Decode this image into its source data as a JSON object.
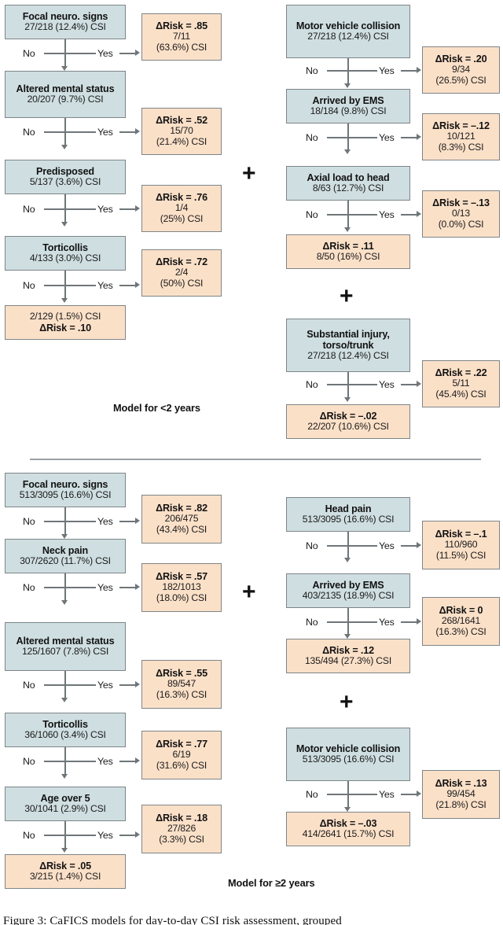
{
  "figure": {
    "caption": "Figure 3: CaFICS models for day-to-day CSI risk assessment, grouped",
    "divider_color": "#9aa1a4",
    "question_node_color": "#cfdee1",
    "risk_node_color": "#fbe0c8",
    "border_color": "#7d8588",
    "connector_color": "#6f7679"
  },
  "edge_labels": {
    "no": "No",
    "yes": "Yes"
  },
  "operators": {
    "plus": "+"
  },
  "models": [
    {
      "id": "under-2",
      "label": "Model for <2 years",
      "left_branch": {
        "questions": [
          {
            "title": "Focal neuro. signs",
            "sub": "27/218 (12.4%) CSI"
          },
          {
            "title": "Altered mental status",
            "sub": "20/207 (9.7%) CSI"
          },
          {
            "title": "Predisposed",
            "sub": "5/137 (3.6%) CSI"
          },
          {
            "title": "Torticollis",
            "sub": "4/133 (3.0%) CSI"
          }
        ],
        "yes_outcomes": [
          {
            "risk": "ΔRisk = .85",
            "frac": "7/11",
            "pct": "(63.6%) CSI"
          },
          {
            "risk": "ΔRisk = .52",
            "frac": "15/70",
            "pct": "(21.4%) CSI"
          },
          {
            "risk": "ΔRisk = .76",
            "frac": "1/4",
            "pct": "(25%) CSI"
          },
          {
            "risk": "ΔRisk = .72",
            "frac": "2/4",
            "pct": "(50%) CSI"
          }
        ],
        "terminal": {
          "line1": "2/129 (1.5%) CSI",
          "line2": "ΔRisk = .10"
        }
      },
      "right_branch_a": {
        "questions": [
          {
            "title": "Motor vehicle collision",
            "sub": "27/218 (12.4%) CSI"
          },
          {
            "title": "Arrived by EMS",
            "sub": "18/184 (9.8%) CSI"
          },
          {
            "title": "Axial load to head",
            "sub": "8/63 (12.7%) CSI"
          }
        ],
        "yes_outcomes": [
          {
            "risk": "ΔRisk = .20",
            "frac": "9/34",
            "pct": "(26.5%) CSI"
          },
          {
            "risk": "ΔRisk = –.12",
            "frac": "10/121",
            "pct": "(8.3%) CSI"
          },
          {
            "risk": "ΔRisk = –.13",
            "frac": "0/13",
            "pct": "(0.0%) CSI"
          }
        ],
        "terminal": {
          "line1": "ΔRisk = .11",
          "line2": "8/50 (16%) CSI"
        }
      },
      "right_branch_b": {
        "questions": [
          {
            "title": "Substantial injury, torso/trunk",
            "sub": "27/218 (12.4%) CSI"
          }
        ],
        "yes_outcomes": [
          {
            "risk": "ΔRisk = .22",
            "frac": "5/11",
            "pct": "(45.4%) CSI"
          }
        ],
        "terminal": {
          "line1": "ΔRisk = –.02",
          "line2": "22/207 (10.6%) CSI"
        }
      }
    },
    {
      "id": "over-2",
      "label": "Model for ≥2 years",
      "left_branch": {
        "questions": [
          {
            "title": "Focal neuro. signs",
            "sub": "513/3095 (16.6%) CSI"
          },
          {
            "title": "Neck pain",
            "sub": "307/2620 (11.7%) CSI"
          },
          {
            "title": "Altered mental status",
            "sub": "125/1607 (7.8%) CSI"
          },
          {
            "title": "Torticollis",
            "sub": "36/1060 (3.4%) CSI"
          },
          {
            "title": "Age over 5",
            "sub": "30/1041 (2.9%) CSI"
          }
        ],
        "yes_outcomes": [
          {
            "risk": "ΔRisk = .82",
            "frac": "206/475",
            "pct": "(43.4%) CSI"
          },
          {
            "risk": "ΔRisk = .57",
            "frac": "182/1013",
            "pct": "(18.0%) CSI"
          },
          {
            "risk": "ΔRisk = .55",
            "frac": "89/547",
            "pct": "(16.3%) CSI"
          },
          {
            "risk": "ΔRisk = .77",
            "frac": "6/19",
            "pct": "(31.6%) CSI"
          },
          {
            "risk": "ΔRisk = .18",
            "frac": "27/826",
            "pct": "(3.3%) CSI"
          }
        ],
        "terminal": {
          "line1": "ΔRisk = .05",
          "line2": "3/215 (1.4%) CSI"
        }
      },
      "right_branch_a": {
        "questions": [
          {
            "title": "Head pain",
            "sub": "513/3095 (16.6%) CSI"
          },
          {
            "title": "Arrived by EMS",
            "sub": "403/2135 (18.9%) CSI"
          }
        ],
        "yes_outcomes": [
          {
            "risk": "ΔRisk = –.1",
            "frac": "110/960",
            "pct": "(11.5%) CSI"
          },
          {
            "risk": "ΔRisk = 0",
            "frac": "268/1641",
            "pct": "(16.3%) CSI"
          }
        ],
        "terminal": {
          "line1": "ΔRisk = .12",
          "line2": "135/494 (27.3%) CSI"
        }
      },
      "right_branch_b": {
        "questions": [
          {
            "title": "Motor vehicle collision",
            "sub": "513/3095 (16.6%) CSI"
          }
        ],
        "yes_outcomes": [
          {
            "risk": "ΔRisk = .13",
            "frac": "99/454",
            "pct": "(21.8%) CSI"
          }
        ],
        "terminal": {
          "line1": "ΔRisk = –.03",
          "line2": "414/2641 (15.7%) CSI"
        }
      }
    }
  ]
}
